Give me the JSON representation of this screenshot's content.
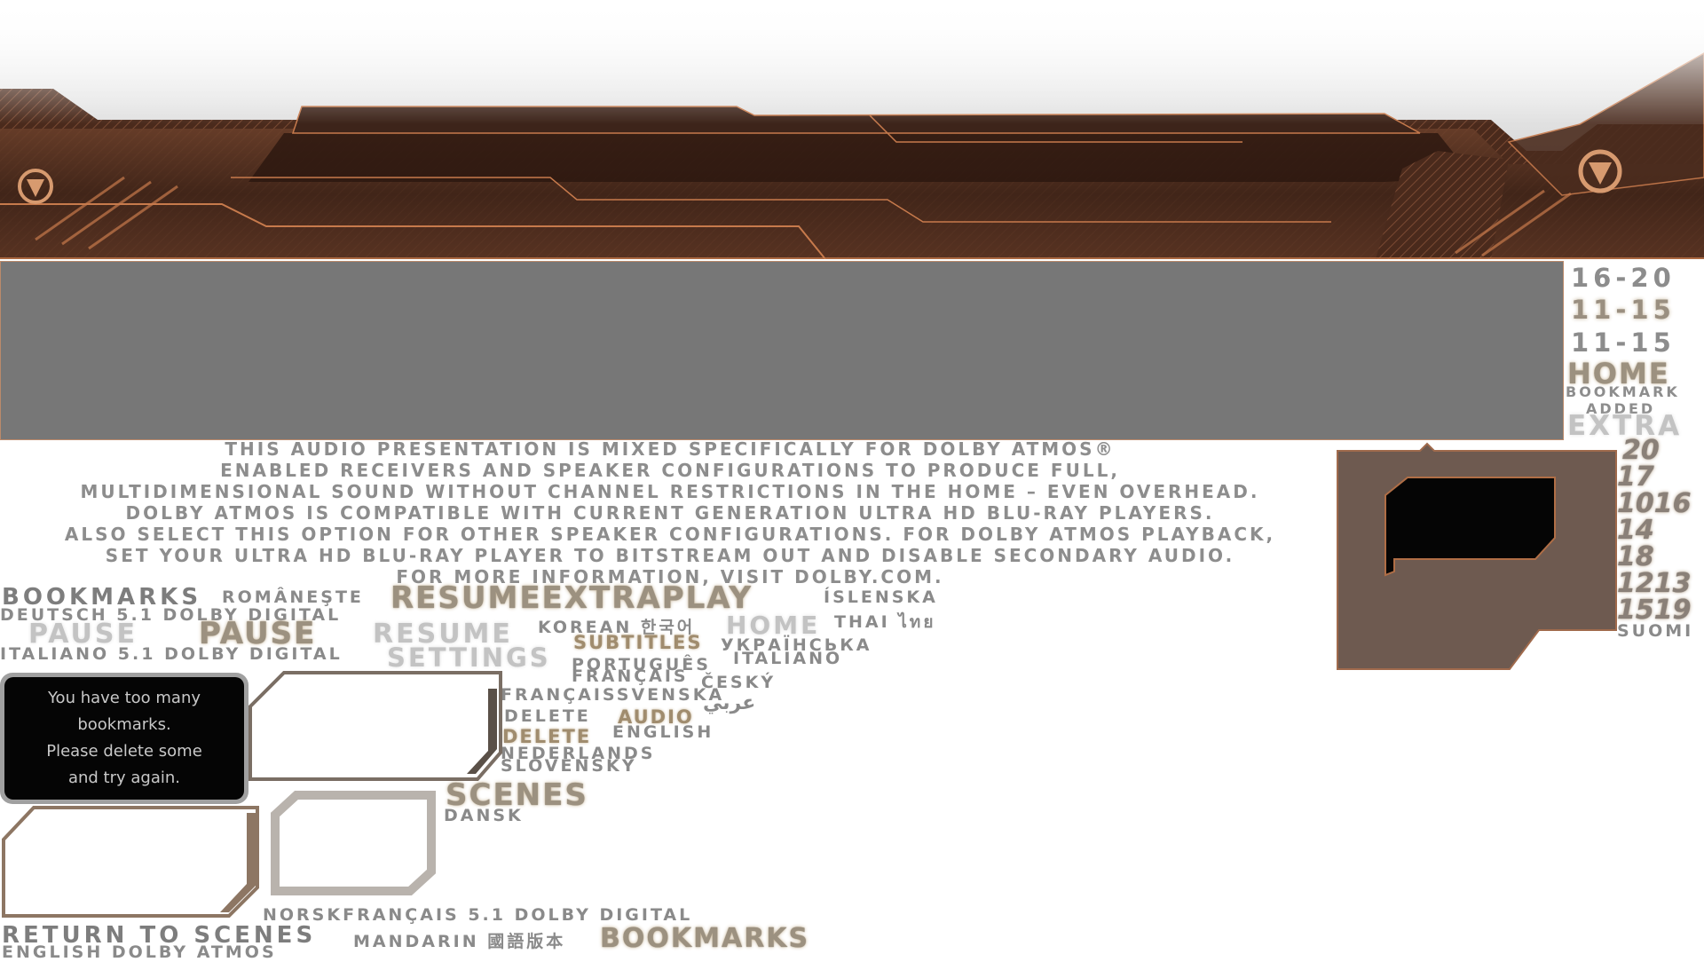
{
  "colors": {
    "accent": "#c77a4c",
    "banner_dark": "#3c2418",
    "gray_box": "#777777"
  },
  "banner": {
    "emblem_left": "logo-emblem",
    "emblem_right": "logo-emblem"
  },
  "right_column": {
    "range1": "16-20",
    "range2": "11-15",
    "range3": "11-15",
    "home": "HOME",
    "bookmark_added_1": "BOOKMARK",
    "bookmark_added_2": "ADDED",
    "extra": "EXTRA",
    "chapters": [
      "20",
      "17",
      "1016",
      "14",
      "18",
      "1213",
      "1519"
    ],
    "suomi": "SUOMI"
  },
  "paragraph_lines": [
    "THIS AUDIO PRESENTATION IS MIXED SPECIFICALLY FOR DOLBY ATMOS®",
    "ENABLED RECEIVERS AND SPEAKER CONFIGURATIONS TO PRODUCE FULL,",
    "MULTIDIMENSIONAL SOUND WITHOUT CHANNEL RESTRICTIONS IN THE HOME – EVEN OVERHEAD.",
    "DOLBY ATMOS IS COMPATIBLE WITH CURRENT GENERATION ULTRA HD BLU-RAY PLAYERS.",
    "ALSO SELECT THIS OPTION FOR OTHER SPEAKER CONFIGURATIONS. FOR DOLBY ATMOS PLAYBACK,",
    "SET YOUR ULTRA HD BLU-RAY PLAYER TO BITSTREAM OUT AND DISABLE SECONDARY AUDIO.",
    "FOR MORE INFORMATION, VISIT DOLBY.COM."
  ],
  "labels": {
    "bookmarks": "BOOKMARKS",
    "romaneste": "ROMÂNEŞTE",
    "resume_extra_play": "RESUMEEXTRAPLAY",
    "islenska": "ÍSLENSKA",
    "deutsch": "DEUTSCH 5.1 DOLBY DIGITAL",
    "pause_grey": "PAUSE",
    "pause_gold": "PAUSE",
    "resume_grey": "RESUME",
    "korean": "KOREAN 한국어",
    "home_grey": "HOME",
    "thai": "THAI ไทย",
    "italiano51": "ITALIANO 5.1 DOLBY DIGITAL",
    "settings": "SETTINGS",
    "subtitles": "SUBTITLES",
    "ukrainian": "УКРАЇНСЬКА",
    "portugues": "PORTUGUÊS",
    "italiano": "ITALIANO",
    "francais": "FRANÇAIS",
    "cesky": "ČESKÝ",
    "francais_svenska": "FRANÇAISSVENSKA",
    "arabic": "عربي",
    "delete": "DELETE",
    "audio": "AUDIO",
    "delete_gold": "DELETE",
    "english": "ENGLISH",
    "nederlands": "NEDERLANDS",
    "slovensky": "SLOVENSKY",
    "scenes": "SCENES",
    "dansk": "DANSK",
    "norsk_francais": "NORSKFRANÇAIS 5.1 DOLBY DIGITAL",
    "return_to_scenes": "RETURN TO SCENES",
    "mandarin": "MANDARIN 國語版本",
    "bookmarks_gold": "BOOKMARKS",
    "english_atmos": "ENGLISH DOLBY ATMOS"
  },
  "message": {
    "line1": "You have too many",
    "line2": "bookmarks.",
    "line3": "Please delete some",
    "line4": "and try again."
  }
}
